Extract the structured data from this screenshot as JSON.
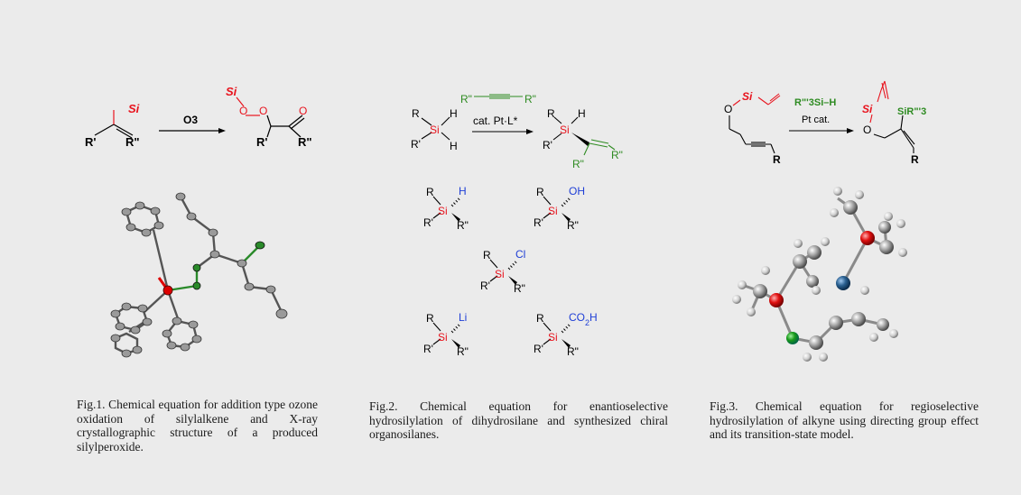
{
  "colors": {
    "background": "#ebebeb",
    "silicon": "#e8141e",
    "oxygen": "#e8141e",
    "alkyne": "#2e8b22",
    "substituent": "#1f3fd6",
    "bond": "#000000",
    "atom_gray": "#8a8a8a",
    "atom_green": "#2a8a2a",
    "atom_blue": "#2a5a8a"
  },
  "fig1": {
    "reactant": {
      "si": "Si",
      "r1": "R'",
      "r2": "R\""
    },
    "reagent": "O3",
    "product": {
      "si": "Si",
      "o1": "O",
      "o2": "O",
      "o3": "O",
      "r1": "R'",
      "r2": "R\""
    },
    "caption": "Fig.1. Chemical equation for addition type ozone oxidation of silylalkene and X-ray crystallographic structure of a produced silylperoxide."
  },
  "fig2": {
    "reactant": {
      "r": "R",
      "r1": "R'",
      "si": "Si",
      "h1": "H",
      "h2": "H"
    },
    "alkyne": {
      "left": "R\"",
      "right": "R\""
    },
    "reagent": "cat. Pt·L*",
    "product": {
      "r": "R",
      "h": "H",
      "si": "Si",
      "r1": "R'",
      "r2a": "R\"",
      "r2b": "R\""
    },
    "chiral_compounds": [
      {
        "r": "R",
        "r1": "R'",
        "r2": "R\"",
        "si": "Si",
        "group": "H"
      },
      {
        "r": "R",
        "r1": "R'",
        "r2": "R\"",
        "si": "Si",
        "group": "OH"
      },
      {
        "r": "R",
        "r1": "R'",
        "r2": "R\"",
        "si": "Si",
        "group": "Cl"
      },
      {
        "r": "R",
        "r1": "R'",
        "r2": "R\"",
        "si": "Si",
        "group": "Li"
      },
      {
        "r": "R",
        "r1": "R'",
        "r2": "R\"",
        "si": "Si",
        "group": "CO2H"
      }
    ],
    "caption": "Fig.2. Chemical equation for enantioselective hydrosilylation of dihydrosilane and synthesized chiral organosilanes."
  },
  "fig3": {
    "reactant": {
      "o": "O",
      "si": "Si",
      "r": "R"
    },
    "reagent_top": "R\"'3Si–H",
    "reagent_bottom": "Pt cat.",
    "product": {
      "si": "Si",
      "o": "O",
      "sir": "SiR\"'3",
      "r": "R"
    },
    "caption": "Fig.3. Chemical equation for regioselective hydrosilylation of alkyne using directing group effect and its transition-state model."
  }
}
